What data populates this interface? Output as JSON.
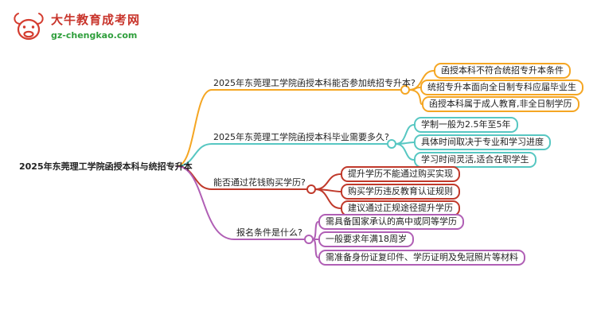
{
  "logo": {
    "title": "大牛教育成考网",
    "domain": "gz-chengkao.com",
    "brand_color": "#c8342b",
    "domain_color": "#2f9f3c",
    "icon": "bull-icon"
  },
  "root": {
    "label": "2025年东莞理工学院函授本科与统招专升本"
  },
  "branches": [
    {
      "color": "#f5a623",
      "question": "2025年东莞理工学院函授本科能否参加统招专升本?",
      "answers": [
        "函授本科不符合统招专升本条件",
        "统招专升本面向全日制专科应届毕业生",
        "函授本科属于成人教育,非全日制学历"
      ]
    },
    {
      "color": "#57c7c2",
      "question": "2025年东莞理工学院函授本科毕业需要多久?",
      "answers": [
        "学制一般为2.5年至5年",
        "具体时间取决于专业和学习进度",
        "学习时间灵活,适合在职学生"
      ]
    },
    {
      "color": "#c0392b",
      "question": "能否通过花钱购买学历?",
      "answers": [
        "提升学历不能通过购买实现",
        "购买学历违反教育认证规则",
        "建议通过正规途径提升学历"
      ]
    },
    {
      "color": "#b05fb5",
      "question": "报名条件是什么?",
      "answers": [
        "需具备国家承认的高中或同等学历",
        "一般要求年满18周岁",
        "需准备身份证复印件、学历证明及免冠照片等材料"
      ]
    }
  ]
}
